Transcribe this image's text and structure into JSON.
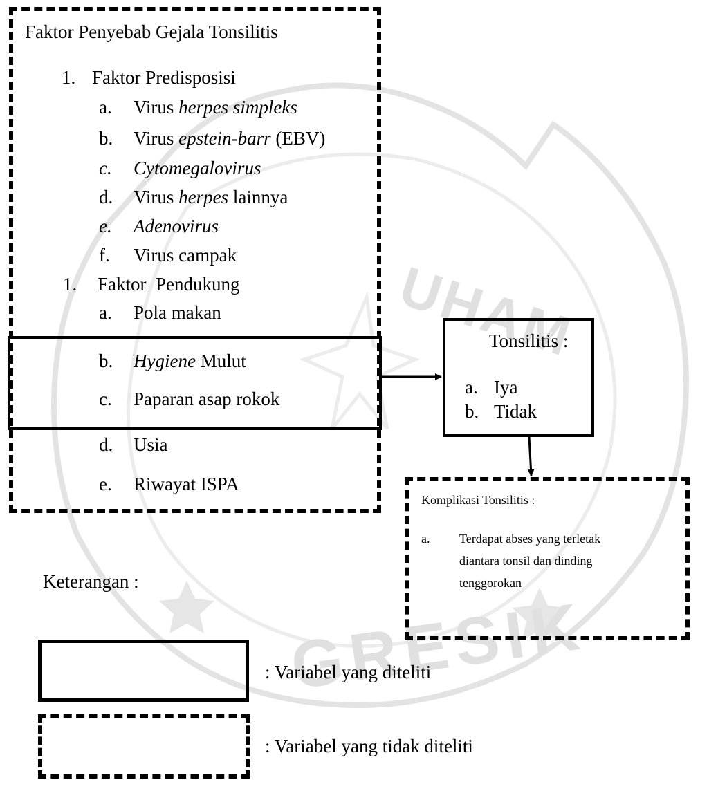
{
  "causes": {
    "title": "Faktor Penyebab Gejala Tonsilitis",
    "predisposisi": {
      "number": "1.",
      "label": "Faktor Predisposisi",
      "items": [
        {
          "letter": "a.",
          "pre": "Virus ",
          "em": "herpes simpleks",
          "post": ""
        },
        {
          "letter": "b.",
          "pre": "Virus ",
          "em": "epstein-barr",
          "post": " (EBV)"
        },
        {
          "letter": "c.",
          "pre": "",
          "em": "Cytomegalovirus",
          "post": ""
        },
        {
          "letter": "d.",
          "pre": "Virus ",
          "em": "herpes",
          "post": " lainnya"
        },
        {
          "letter": "e.",
          "pre": "",
          "em": "Adenovirus",
          "post": ""
        },
        {
          "letter": "f.",
          "pre": "Virus campak",
          "em": "",
          "post": ""
        }
      ]
    },
    "pendukung": {
      "number": "1.",
      "label": "Faktor  Pendukung",
      "items": [
        {
          "letter": "a.",
          "pre": "Pola makan",
          "em": "",
          "post": ""
        },
        {
          "letter": "b.",
          "pre": "",
          "em": "Hygiene",
          "post": " Mulut"
        },
        {
          "letter": "c.",
          "pre": "Paparan asap rokok",
          "em": "",
          "post": ""
        },
        {
          "letter": "d.",
          "pre": "Usia",
          "em": "",
          "post": ""
        },
        {
          "letter": "e.",
          "pre": "Riwayat ISPA",
          "em": "",
          "post": ""
        }
      ]
    }
  },
  "tonsilitis": {
    "title": "Tonsilitis :",
    "options": [
      {
        "letter": "a.",
        "text": "Iya"
      },
      {
        "letter": "b.",
        "text": "Tidak"
      }
    ]
  },
  "komplikasi": {
    "title": "Komplikasi Tonsilitis :",
    "letter": "a.",
    "lines": [
      "Terdapat abses yang terletak",
      "diantara tonsil dan dinding",
      "tenggorokan"
    ]
  },
  "legend": {
    "title": "Keterangan :",
    "studied": ": Variabel yang diteliti",
    "not_studied": ": Variabel yang tidak diteliti"
  },
  "watermark": {
    "text_top": "UHAM",
    "text_bottom": "GRESIK",
    "color": "#dcdcdc"
  }
}
